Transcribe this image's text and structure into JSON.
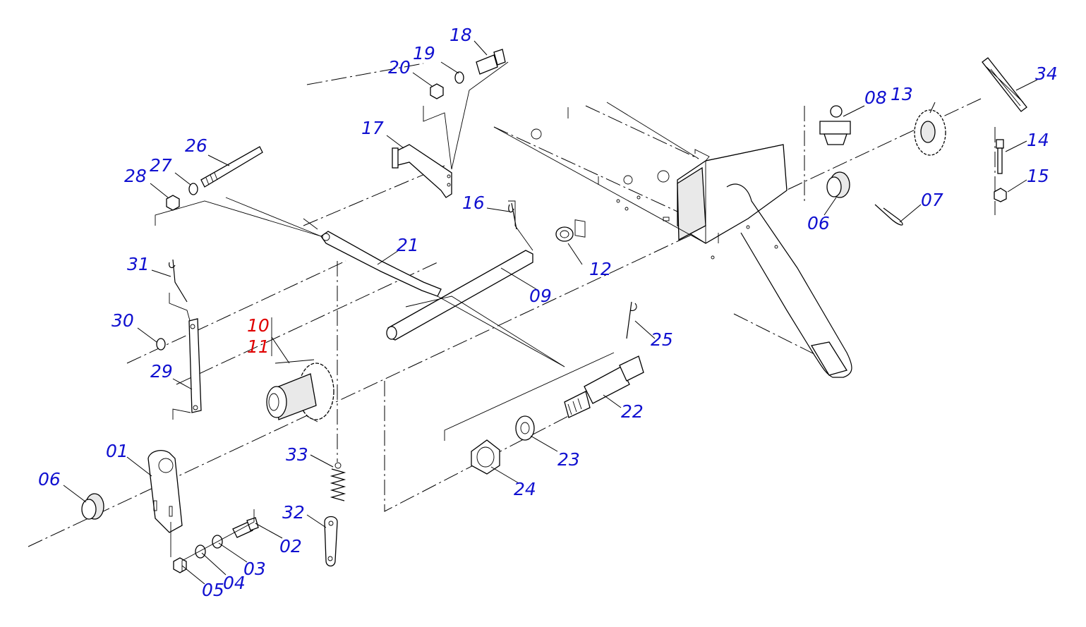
{
  "diagram": {
    "callouts": [
      {
        "id": "01",
        "label": "01",
        "color": "#1010d0"
      },
      {
        "id": "02",
        "label": "02",
        "color": "#1010d0"
      },
      {
        "id": "03",
        "label": "03",
        "color": "#1010d0"
      },
      {
        "id": "04",
        "label": "04",
        "color": "#1010d0"
      },
      {
        "id": "05",
        "label": "05",
        "color": "#1010d0"
      },
      {
        "id": "06a",
        "label": "06",
        "color": "#1010d0"
      },
      {
        "id": "06b",
        "label": "06",
        "color": "#1010d0"
      },
      {
        "id": "07",
        "label": "07",
        "color": "#1010d0"
      },
      {
        "id": "08",
        "label": "08",
        "color": "#1010d0"
      },
      {
        "id": "09",
        "label": "09",
        "color": "#1010d0"
      },
      {
        "id": "10",
        "label": "10",
        "color": "#e00000"
      },
      {
        "id": "11",
        "label": "11",
        "color": "#e00000"
      },
      {
        "id": "12",
        "label": "12",
        "color": "#1010d0"
      },
      {
        "id": "13",
        "label": "13",
        "color": "#1010d0"
      },
      {
        "id": "14",
        "label": "14",
        "color": "#1010d0"
      },
      {
        "id": "15",
        "label": "15",
        "color": "#1010d0"
      },
      {
        "id": "16",
        "label": "16",
        "color": "#1010d0"
      },
      {
        "id": "17",
        "label": "17",
        "color": "#1010d0"
      },
      {
        "id": "18",
        "label": "18",
        "color": "#1010d0"
      },
      {
        "id": "19",
        "label": "19",
        "color": "#1010d0"
      },
      {
        "id": "20",
        "label": "20",
        "color": "#1010d0"
      },
      {
        "id": "21",
        "label": "21",
        "color": "#1010d0"
      },
      {
        "id": "22",
        "label": "22",
        "color": "#1010d0"
      },
      {
        "id": "23",
        "label": "23",
        "color": "#1010d0"
      },
      {
        "id": "24",
        "label": "24",
        "color": "#1010d0"
      },
      {
        "id": "25",
        "label": "25",
        "color": "#1010d0"
      },
      {
        "id": "26",
        "label": "26",
        "color": "#1010d0"
      },
      {
        "id": "27",
        "label": "27",
        "color": "#1010d0"
      },
      {
        "id": "28",
        "label": "28",
        "color": "#1010d0"
      },
      {
        "id": "29",
        "label": "29",
        "color": "#1010d0"
      },
      {
        "id": "30",
        "label": "30",
        "color": "#1010d0"
      },
      {
        "id": "31",
        "label": "31",
        "color": "#1010d0"
      },
      {
        "id": "32",
        "label": "32",
        "color": "#1010d0"
      },
      {
        "id": "33",
        "label": "33",
        "color": "#1010d0"
      },
      {
        "id": "34",
        "label": "34",
        "color": "#1010d0"
      }
    ]
  }
}
